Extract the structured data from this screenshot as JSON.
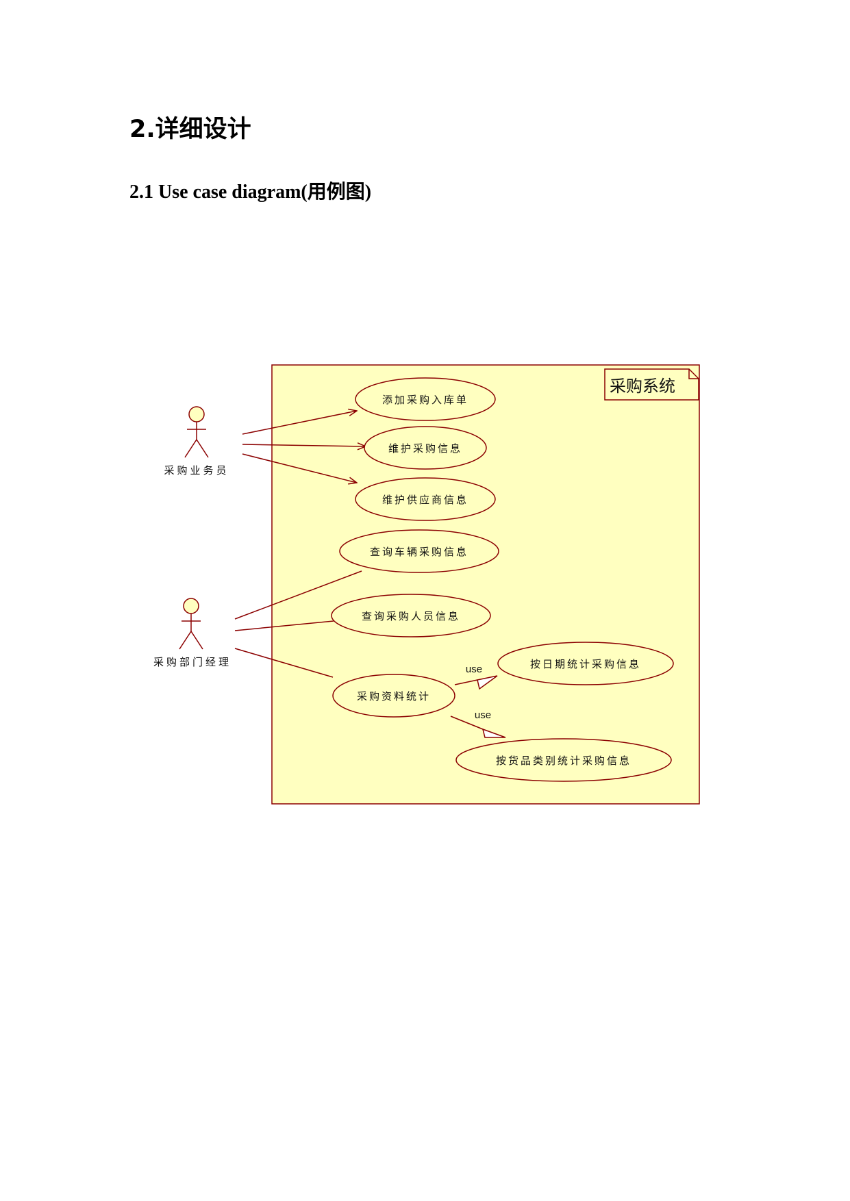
{
  "heading": "2.详细设计",
  "subheading": "2.1 Use case diagram(用例图)",
  "diagram": {
    "system_name": "采购系统",
    "actors": {
      "salesman": "采购业务员",
      "manager": "采购部门经理"
    },
    "use_cases": {
      "add_order": "添加采购入库单",
      "maintain_purchase": "维护采购信息",
      "maintain_supplier": "维护供应商信息",
      "query_vehicle": "查询车辆采购信息",
      "query_staff": "查询采购人员信息",
      "statistics": "采购资料统计",
      "by_date": "按日期统计采购信息",
      "by_category": "按货品类别统计采购信息"
    },
    "relation_labels": {
      "use_1": "use",
      "use_2": "use"
    },
    "colors": {
      "line": "#8b0000",
      "fill": "#ffffc0"
    }
  }
}
